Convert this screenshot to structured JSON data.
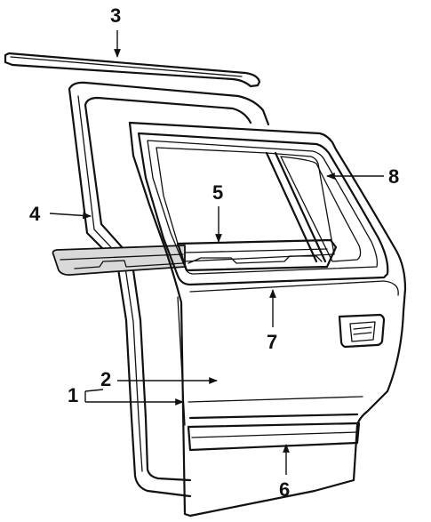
{
  "callouts": {
    "c1": "1",
    "c2": "2",
    "c3": "3",
    "c4": "4",
    "c5": "5",
    "c6": "6",
    "c7": "7",
    "c8": "8"
  },
  "colors": {
    "line": "#111111",
    "background": "#ffffff",
    "shade": "#d9d9d9"
  }
}
